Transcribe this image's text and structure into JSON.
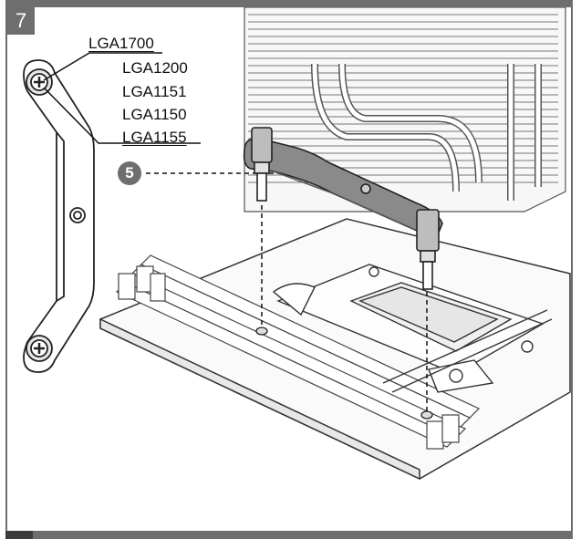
{
  "step": {
    "number": "7"
  },
  "sockets": {
    "primary": "LGA1700",
    "others": [
      "LGA1200",
      "LGA1151",
      "LGA1150",
      "LGA1155"
    ]
  },
  "callout": {
    "number": "5"
  },
  "colors": {
    "frame": "#6b6b6b",
    "badge": "#6e6e6e",
    "line": "#222222",
    "bracket_fill": "#8a8a8a"
  }
}
